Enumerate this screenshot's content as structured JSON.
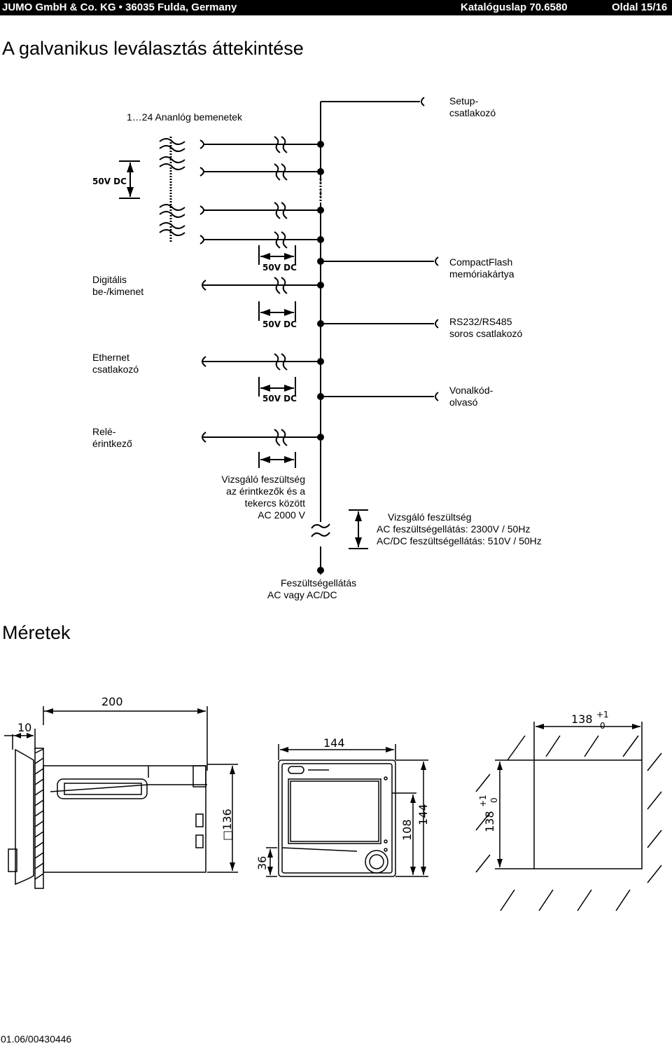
{
  "header": {
    "company": "JUMO GmbH & Co. KG • 36035 Fulda, Germany",
    "catalog": "Katalóguslap 70.6580",
    "page": "Oldal 15/16"
  },
  "section_isolation": {
    "title": "A galvanikus leválasztás áttekintése",
    "labels": {
      "analog_inputs": "1…24 Ananlóg bemenetek",
      "setup_line1": "Setup-",
      "setup_line2": "csatlakozó",
      "digital_line1": "Digitális",
      "digital_line2": "be-/kimenet",
      "compactflash_line1": "CompactFlash",
      "compactflash_line2": "memóriakártya",
      "serial_line1": "RS232/RS485",
      "serial_line2": "soros csatlakozó",
      "ethernet_line1": "Ethernet",
      "ethernet_line2": "csatlakozó",
      "barcode_line1": "Vonalkód-",
      "barcode_line2": "olvasó",
      "relay_line1": "Relé-",
      "relay_line2": "érintkező",
      "test_relay_line1": "Vizsgáló feszültség",
      "test_relay_line2": "az érintkezők és a",
      "test_relay_line3": "tekercs között",
      "test_relay_line4": "AC 2000 V",
      "test_supply_line1": "Vizsgáló feszültség",
      "test_supply_line2": "AC feszültségellátás: 2300V / 50Hz",
      "test_supply_line3": "AC/DC feszültségellátás: 510V / 50Hz",
      "supply_line1": "Feszültségellátás",
      "supply_line2": "AC vagy AC/DC",
      "v50dc": "50V DC"
    }
  },
  "section_dimensions": {
    "title": "Méretek",
    "dims": {
      "d200": "200",
      "d10": "10",
      "d136": "□136",
      "d36": "36",
      "d144_top": "144",
      "d108": "108",
      "d144_side": "144",
      "d138_top": "138",
      "d138_side": "138",
      "tol_plus": "+1",
      "tol_zero": "0"
    }
  },
  "footer": {
    "code": "01.06/00430446"
  }
}
